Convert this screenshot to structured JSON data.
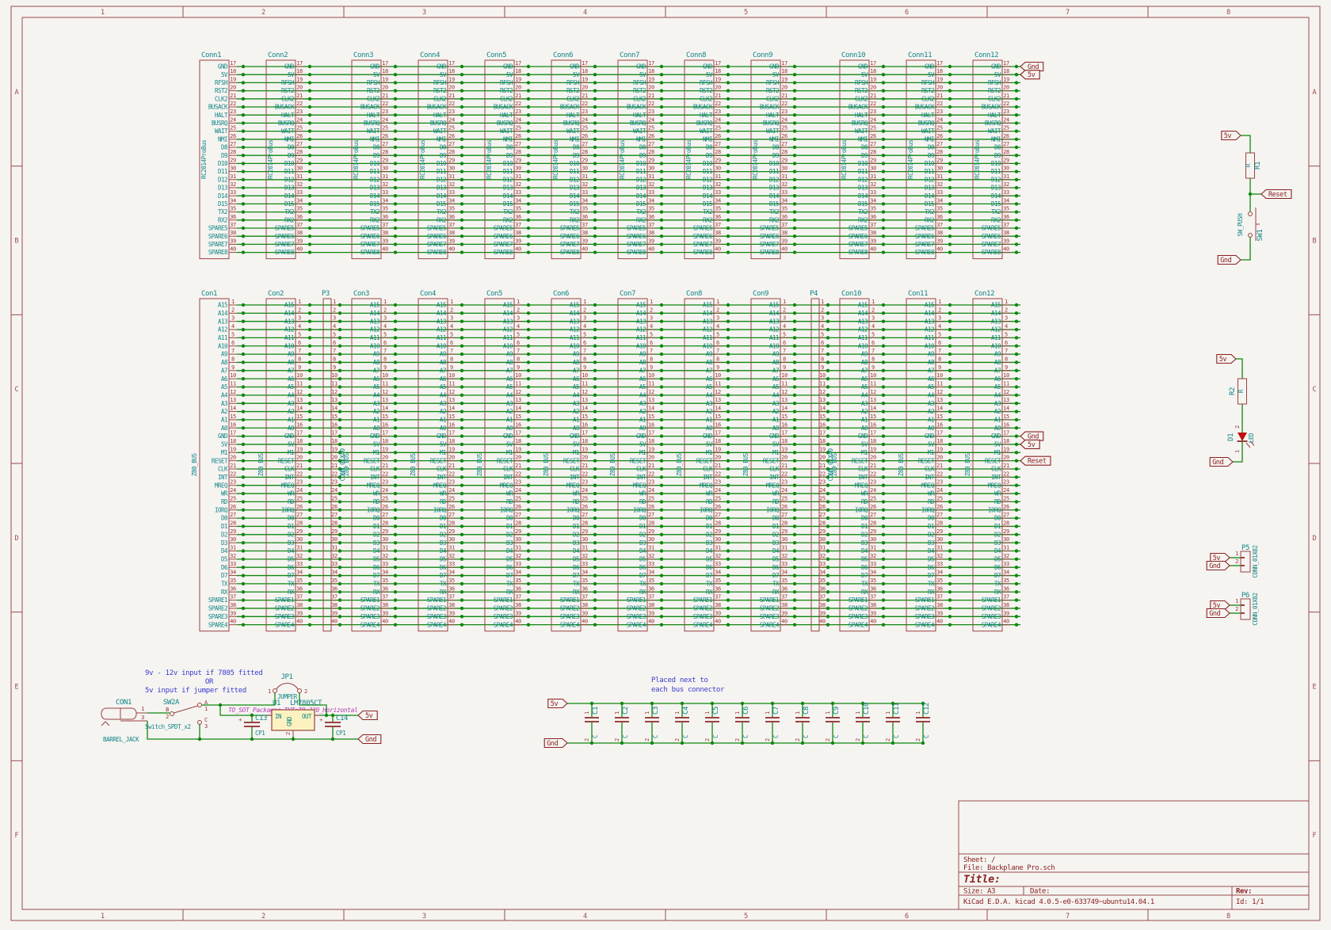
{
  "colors": {
    "bg": "#f5f4f1",
    "wire": "#0f870f",
    "component": "#9b4141",
    "field": "#0f8585",
    "pinnum": "#9c3434",
    "note": "#3a3ace",
    "footprint": "#b43cb4",
    "label": "#8b2020",
    "regfill": "#fbf2c0",
    "frame": "#9b4a4a",
    "titletext": "#8b2020",
    "led": "#c01010"
  },
  "frame": {
    "columns": [
      "1",
      "2",
      "3",
      "4",
      "5",
      "6",
      "7",
      "8"
    ],
    "rows": [
      "A",
      "B",
      "C",
      "D",
      "E",
      "F"
    ]
  },
  "top_bus": {
    "value": "RC2014ProBus",
    "connectors": [
      "Conn1",
      "Conn2",
      "Conn3",
      "Conn4",
      "Conn5",
      "Conn6",
      "Conn7",
      "Conn8",
      "Conn9",
      "Conn10",
      "Conn11",
      "Conn12"
    ],
    "pins": [
      {
        "num": "17",
        "name": "GND"
      },
      {
        "num": "18",
        "name": "5V"
      },
      {
        "num": "19",
        "name": "RFSH"
      },
      {
        "num": "20",
        "name": "RST2"
      },
      {
        "num": "21",
        "name": "CLK2"
      },
      {
        "num": "22",
        "name": "BUSACK"
      },
      {
        "num": "23",
        "name": "HALT"
      },
      {
        "num": "24",
        "name": "BUSRQ"
      },
      {
        "num": "25",
        "name": "WAIT"
      },
      {
        "num": "26",
        "name": "NMI"
      },
      {
        "num": "27",
        "name": "D8"
      },
      {
        "num": "28",
        "name": "D9"
      },
      {
        "num": "29",
        "name": "D10"
      },
      {
        "num": "30",
        "name": "D11"
      },
      {
        "num": "31",
        "name": "D12"
      },
      {
        "num": "32",
        "name": "D13"
      },
      {
        "num": "33",
        "name": "D14"
      },
      {
        "num": "34",
        "name": "D15"
      },
      {
        "num": "35",
        "name": "TX2"
      },
      {
        "num": "36",
        "name": "RX2"
      },
      {
        "num": "37",
        "name": "SPARE5"
      },
      {
        "num": "38",
        "name": "SPARE6"
      },
      {
        "num": "39",
        "name": "SPARE7"
      },
      {
        "num": "40",
        "name": "SPARE8"
      }
    ],
    "end_labels": [
      {
        "row": 0,
        "text": "Gnd"
      },
      {
        "row": 1,
        "text": "5v"
      }
    ]
  },
  "mid_bus": {
    "value": "Z80_BUS",
    "connectors": [
      "Con1",
      "Con2",
      "Con3",
      "Con4",
      "Con5",
      "Con6",
      "Con7",
      "Con8",
      "Con9",
      "Con10",
      "Con11",
      "Con12"
    ],
    "aux_connectors": [
      {
        "ref": "P3",
        "value": "CONN_01X40"
      },
      {
        "ref": "P4",
        "value": "CONN_01X40"
      }
    ],
    "pins": [
      {
        "num": "1",
        "name": "A15"
      },
      {
        "num": "2",
        "name": "A14"
      },
      {
        "num": "3",
        "name": "A13"
      },
      {
        "num": "4",
        "name": "A12"
      },
      {
        "num": "5",
        "name": "A11"
      },
      {
        "num": "6",
        "name": "A10"
      },
      {
        "num": "7",
        "name": "A9"
      },
      {
        "num": "8",
        "name": "A8"
      },
      {
        "num": "9",
        "name": "A7"
      },
      {
        "num": "10",
        "name": "A6"
      },
      {
        "num": "11",
        "name": "A5"
      },
      {
        "num": "12",
        "name": "A4"
      },
      {
        "num": "13",
        "name": "A3"
      },
      {
        "num": "14",
        "name": "A2"
      },
      {
        "num": "15",
        "name": "A1"
      },
      {
        "num": "16",
        "name": "A0"
      },
      {
        "num": "17",
        "name": "GND"
      },
      {
        "num": "18",
        "name": "5V"
      },
      {
        "num": "19",
        "name": "M1"
      },
      {
        "num": "20",
        "name": "RESET"
      },
      {
        "num": "21",
        "name": "CLK"
      },
      {
        "num": "22",
        "name": "INT"
      },
      {
        "num": "23",
        "name": "MREQ"
      },
      {
        "num": "24",
        "name": "WR"
      },
      {
        "num": "25",
        "name": "RD"
      },
      {
        "num": "26",
        "name": "IORQ"
      },
      {
        "num": "27",
        "name": "D0"
      },
      {
        "num": "28",
        "name": "D1"
      },
      {
        "num": "29",
        "name": "D2"
      },
      {
        "num": "30",
        "name": "D3"
      },
      {
        "num": "31",
        "name": "D4"
      },
      {
        "num": "32",
        "name": "D5"
      },
      {
        "num": "33",
        "name": "D6"
      },
      {
        "num": "34",
        "name": "D7"
      },
      {
        "num": "35",
        "name": "TX"
      },
      {
        "num": "36",
        "name": "RX"
      },
      {
        "num": "37",
        "name": "SPARE1"
      },
      {
        "num": "38",
        "name": "SPARE2"
      },
      {
        "num": "39",
        "name": "SPARE3"
      },
      {
        "num": "40",
        "name": "SPARE4"
      }
    ],
    "end_labels": [
      {
        "row": 16,
        "text": "Gnd"
      },
      {
        "row": 17,
        "text": "5v"
      },
      {
        "row": 19,
        "text": "Reset"
      }
    ]
  },
  "reset_circuit": {
    "power_label": "5v",
    "resistor_ref": "R1",
    "resistor_value": "R",
    "net_label": "Reset",
    "switch_ref": "SW1",
    "switch_value": "SW_PUSH",
    "ground_label": "Gnd"
  },
  "led_circuit": {
    "power_label": "5v",
    "resistor_ref": "R2",
    "resistor_value": "R",
    "diode_ref": "D1",
    "diode_value": "LED",
    "pin_top": "2",
    "pin_bottom": "1",
    "ground_label": "Gnd"
  },
  "aux_headers": [
    {
      "ref": "P5",
      "value": "CONN_01X02",
      "pin1": "1",
      "pin2": "2",
      "label1": "5v",
      "label2": "Gnd"
    },
    {
      "ref": "P6",
      "value": "CONN_01X02",
      "pin1": "1",
      "pin2": "2",
      "label1": "5v",
      "label2": "Gnd"
    }
  ],
  "power_section": {
    "notes": [
      "9v - 12v input if 7805 fitted",
      "OR",
      "5v input if jumper fitted"
    ],
    "con1": {
      "ref": "CON1",
      "value": "BARREL_JACK",
      "pin1": "1",
      "pin3": "3"
    },
    "switch": {
      "ref": "SW2A",
      "value": "Switch_SPDT_x2",
      "contact_a": "A",
      "contact_a_num": "1",
      "contact_b": "B",
      "contact_b_num": "2",
      "contact_c": "C",
      "contact_c_num": "3"
    },
    "jumper": {
      "ref": "JP1",
      "value": "JUMPER",
      "pin1": "1",
      "pin2": "2"
    },
    "regulator": {
      "ref": "U1",
      "value": "LM7805CT",
      "footprint": "TO_SOT_Packages_THT:TO-220_Horizontal",
      "pin_in": "IN",
      "pin_gnd": "GND",
      "pin_out": "OUT",
      "gnd_pin_num": "2"
    },
    "cap_in": {
      "ref": "C13",
      "value": "CP1",
      "polarity": "+"
    },
    "cap_out": {
      "ref": "C14",
      "value": "CP1",
      "polarity": "+"
    },
    "out_label": "5v",
    "ground_label": "Gnd"
  },
  "decoupling": {
    "notes": [
      "Placed next to",
      "each bus connector"
    ],
    "rail_label": "5v",
    "ground_label": "Gnd",
    "caps": [
      "C1",
      "C2",
      "C3",
      "C4",
      "C5",
      "C6",
      "C7",
      "C8",
      "C9",
      "C10",
      "C11",
      "C12"
    ],
    "cap_value": "C",
    "pin_top": "1",
    "pin_bottom": "2"
  },
  "title_block": {
    "sheet": "Sheet: /",
    "file": "File: Backplane Pro.sch",
    "title_label": "Title:",
    "size": "Size: A3",
    "date": "Date:",
    "rev": "Rev:",
    "generator": "KiCad E.D.A.  kicad 4.0.5-e0-633749~ubuntu14.04.1",
    "id": "Id: 1/1"
  }
}
